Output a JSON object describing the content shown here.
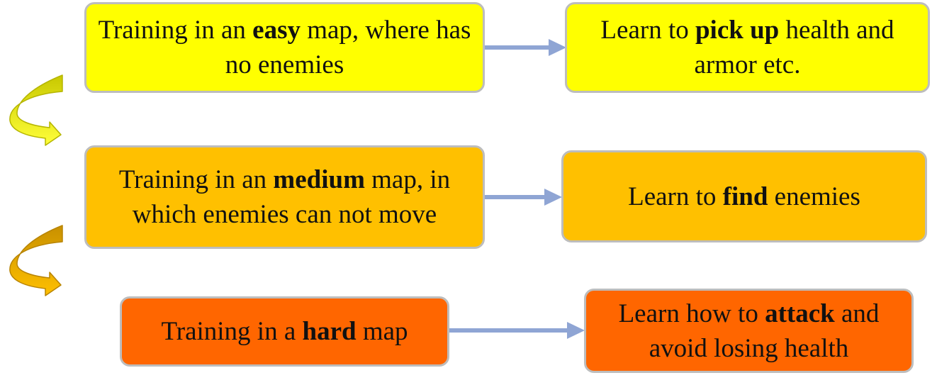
{
  "colors": {
    "easy": "#FFFF00",
    "medium": "#FFC000",
    "hard": "#FF6600",
    "arrow": "#8FA5D4",
    "border": "#BDBDBD"
  },
  "stages": [
    {
      "training": {
        "pre": "Training in an ",
        "bold": "easy",
        "post": " map, where has no enemies"
      },
      "learning": {
        "pre": "Learn to ",
        "bold": "pick up",
        "post": " health and armor etc."
      }
    },
    {
      "training": {
        "pre": "Training in an ",
        "bold": "medium",
        "post": " map, in which enemies can not move"
      },
      "learning": {
        "pre": "Learn to ",
        "bold": "find",
        "post": " enemies"
      }
    },
    {
      "training": {
        "pre": "Training in a ",
        "bold": "hard",
        "post": " map"
      },
      "learning": {
        "pre": "Learn how to ",
        "bold": "attack",
        "post": " and avoid losing health"
      }
    }
  ]
}
